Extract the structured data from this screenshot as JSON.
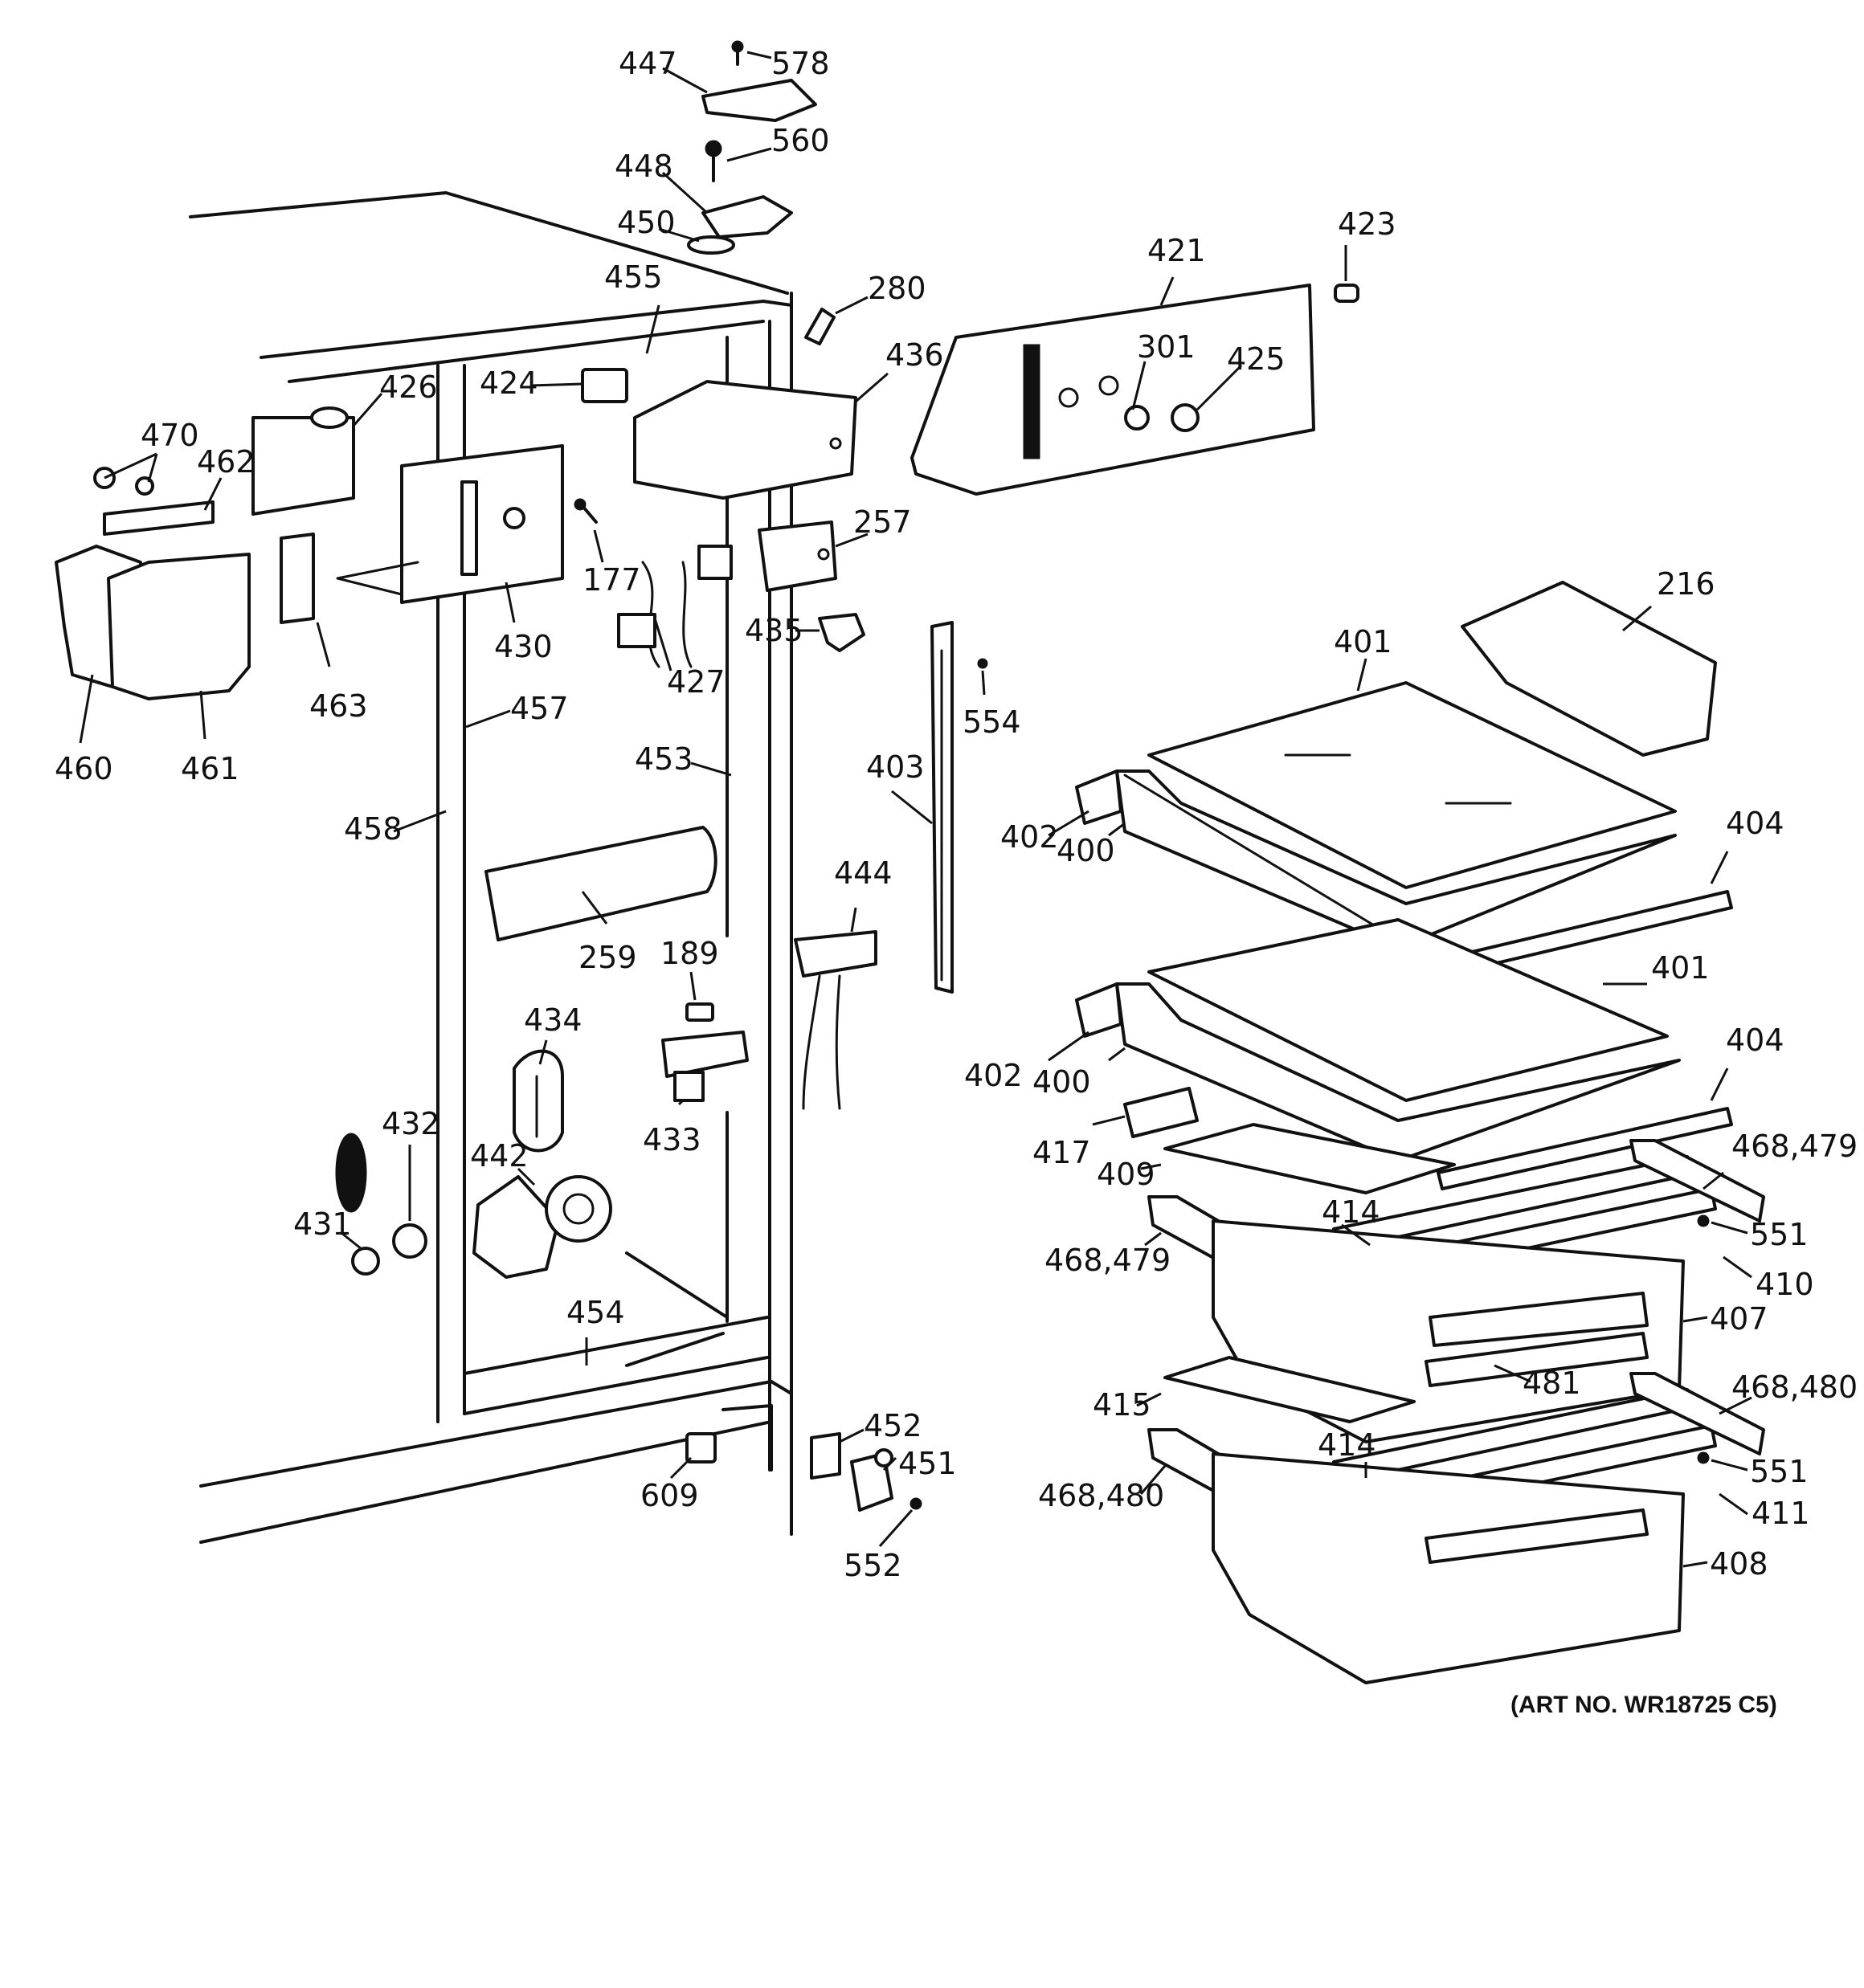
{
  "art_number": "(ART NO. WR18725 C5)",
  "callouts": [
    {
      "id": "447",
      "label": "447"
    },
    {
      "id": "578",
      "label": "578"
    },
    {
      "id": "448",
      "label": "448"
    },
    {
      "id": "560",
      "label": "560"
    },
    {
      "id": "450",
      "label": "450"
    },
    {
      "id": "455",
      "label": "455"
    },
    {
      "id": "280",
      "label": "280"
    },
    {
      "id": "421",
      "label": "421"
    },
    {
      "id": "423",
      "label": "423"
    },
    {
      "id": "426",
      "label": "426"
    },
    {
      "id": "424",
      "label": "424"
    },
    {
      "id": "436",
      "label": "436"
    },
    {
      "id": "301",
      "label": "301"
    },
    {
      "id": "425",
      "label": "425"
    },
    {
      "id": "470",
      "label": "470"
    },
    {
      "id": "462",
      "label": "462"
    },
    {
      "id": "177",
      "label": "177"
    },
    {
      "id": "257",
      "label": "257"
    },
    {
      "id": "430",
      "label": "430"
    },
    {
      "id": "435",
      "label": "435"
    },
    {
      "id": "216",
      "label": "216"
    },
    {
      "id": "427",
      "label": "427"
    },
    {
      "id": "463",
      "label": "463"
    },
    {
      "id": "457",
      "label": "457"
    },
    {
      "id": "401a",
      "label": "401"
    },
    {
      "id": "554",
      "label": "554"
    },
    {
      "id": "460",
      "label": "460"
    },
    {
      "id": "461",
      "label": "461"
    },
    {
      "id": "453",
      "label": "453"
    },
    {
      "id": "403",
      "label": "403"
    },
    {
      "id": "458",
      "label": "458"
    },
    {
      "id": "402a",
      "label": "402"
    },
    {
      "id": "400a",
      "label": "400"
    },
    {
      "id": "404a",
      "label": "404"
    },
    {
      "id": "444",
      "label": "444"
    },
    {
      "id": "259",
      "label": "259"
    },
    {
      "id": "189",
      "label": "189"
    },
    {
      "id": "401b",
      "label": "401"
    },
    {
      "id": "434",
      "label": "434"
    },
    {
      "id": "402b",
      "label": "402"
    },
    {
      "id": "400b",
      "label": "400"
    },
    {
      "id": "404b",
      "label": "404"
    },
    {
      "id": "433",
      "label": "433"
    },
    {
      "id": "432",
      "label": "432"
    },
    {
      "id": "417",
      "label": "417"
    },
    {
      "id": "468_479a",
      "label": "468,479"
    },
    {
      "id": "442",
      "label": "442"
    },
    {
      "id": "409",
      "label": "409"
    },
    {
      "id": "431",
      "label": "431"
    },
    {
      "id": "414a",
      "label": "414"
    },
    {
      "id": "551a",
      "label": "551"
    },
    {
      "id": "468_479b",
      "label": "468,479"
    },
    {
      "id": "410",
      "label": "410"
    },
    {
      "id": "454",
      "label": "454"
    },
    {
      "id": "407",
      "label": "407"
    },
    {
      "id": "481",
      "label": "481"
    },
    {
      "id": "468_480a",
      "label": "468,480"
    },
    {
      "id": "415",
      "label": "415"
    },
    {
      "id": "452",
      "label": "452"
    },
    {
      "id": "414b",
      "label": "414"
    },
    {
      "id": "451",
      "label": "451"
    },
    {
      "id": "551b",
      "label": "551"
    },
    {
      "id": "609",
      "label": "609"
    },
    {
      "id": "468_480b",
      "label": "468,480"
    },
    {
      "id": "411",
      "label": "411"
    },
    {
      "id": "408",
      "label": "408"
    },
    {
      "id": "552",
      "label": "552"
    }
  ]
}
